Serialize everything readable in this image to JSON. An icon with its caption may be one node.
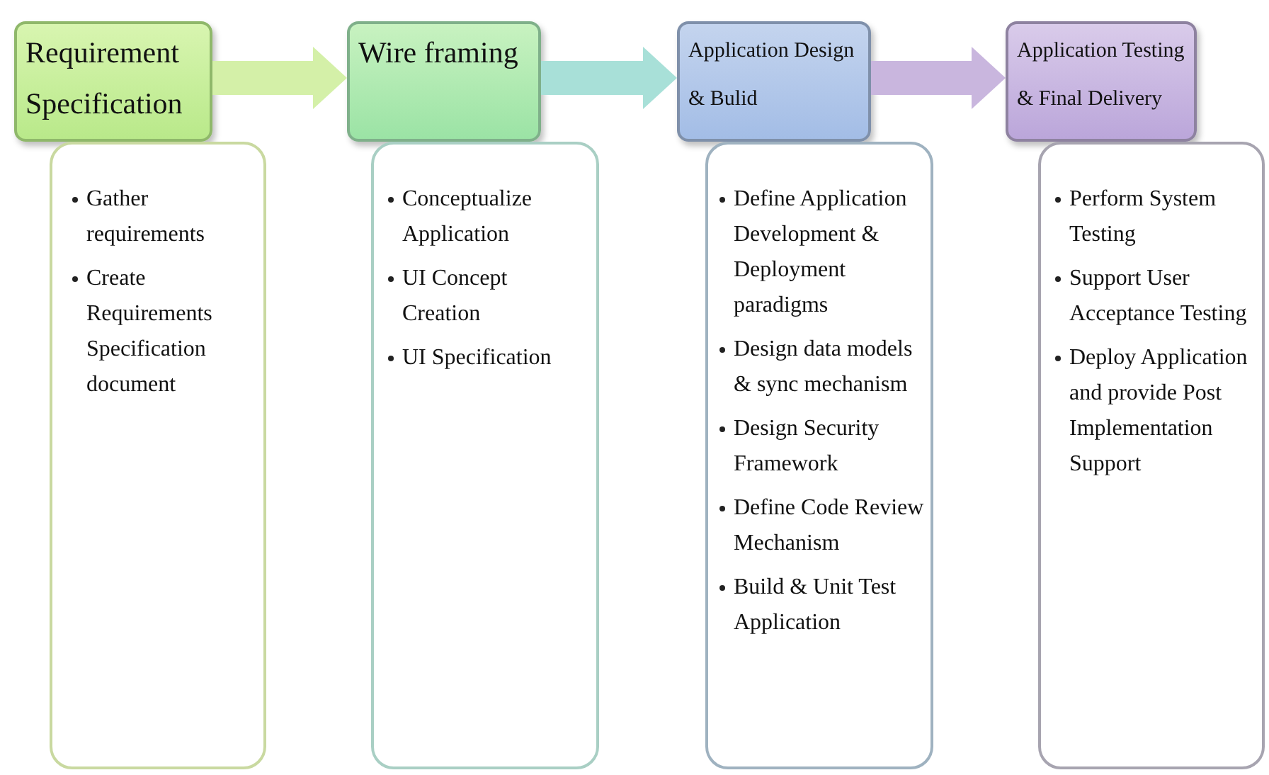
{
  "diagram": {
    "nodes": [
      {
        "text": [
          "Requirement Specification"
        ]
      },
      {
        "text": [
          "Gather requirements",
          "Create Requirements Specification document"
        ]
      },
      {
        "text": [
          "Wire framing"
        ]
      },
      {
        "text": [
          "Conceptualize Application",
          "UI Concept Creation",
          "UI Specification"
        ]
      },
      {
        "text": [
          "Application Design & Bulid"
        ]
      },
      {
        "text": [
          "Define Application Development & Deployment paradigms",
          "Design data models & sync mechanism",
          "Design Security Framework",
          "Define Code Review Mechanism",
          "Build & Unit Test Application"
        ]
      },
      {
        "text": [
          "Application Testing & Final Delivery"
        ]
      },
      {
        "text": [
          "Perform System Testing",
          "Support User Acceptance Testing",
          "Deploy Application and provide Post Implementation Support"
        ]
      }
    ],
    "edges": [
      {
        "from": 0,
        "to": 2,
        "arrow": "to",
        "color": "#d4f0a8"
      },
      {
        "from": 2,
        "to": 4,
        "arrow": "to",
        "color": "#a8e0d8"
      },
      {
        "from": 4,
        "to": 6,
        "arrow": "to",
        "color": "#c9b6de"
      }
    ]
  }
}
